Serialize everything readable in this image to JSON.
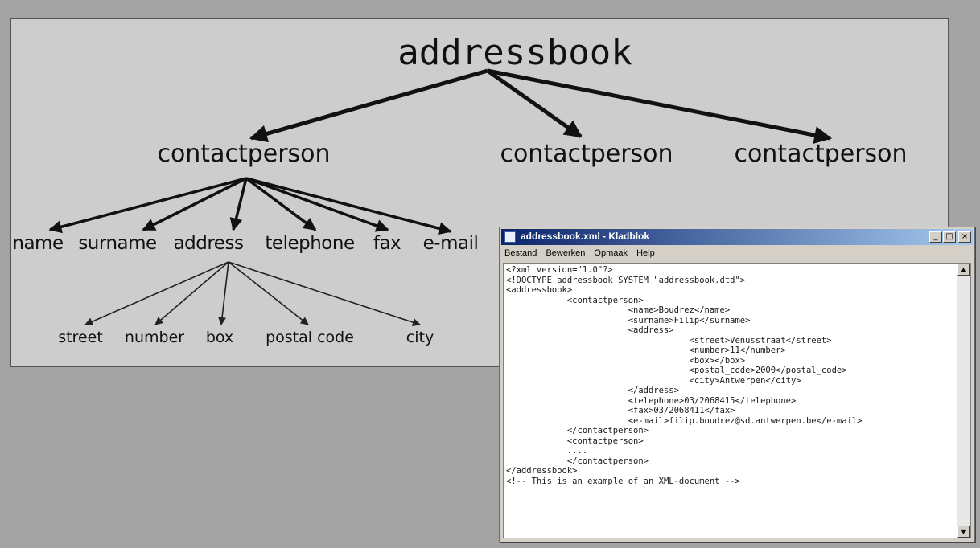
{
  "diagram": {
    "root": "addressbook",
    "children": [
      "contactperson",
      "contactperson",
      "contactperson"
    ],
    "contact_fields": [
      "name",
      "surname",
      "address",
      "telephone",
      "fax",
      "e-mail"
    ],
    "address_fields": [
      "street",
      "number",
      "box",
      "postal code",
      "city"
    ]
  },
  "notepad": {
    "title": "addressbook.xml - Kladblok",
    "icon": "notepad-icon",
    "menu": [
      "Bestand",
      "Bewerken",
      "Opmaak",
      "Help"
    ],
    "controls": {
      "minimize": "_",
      "maximize": "□",
      "close": "×"
    },
    "lines": [
      "<?xml version=\"1.0\"?>",
      "<!DOCTYPE addressbook SYSTEM \"addressbook.dtd\">",
      "<addressbook>",
      "            <contactperson>",
      "                        <name>Boudrez</name>",
      "                        <surname>Filip</surname>",
      "                        <address>",
      "                                    <street>Venusstraat</street>",
      "                                    <number>11</number>",
      "                                    <box></box>",
      "                                    <postal_code>2000</postal_code>",
      "                                    <city>Antwerpen</city>",
      "                        </address>",
      "                        <telephone>03/2068415</telephone>",
      "                        <fax>03/2068411</fax>",
      "                        <e-mail>filip.boudrez@sd.antwerpen.be</e-mail>",
      "            </contactperson>",
      "            <contactperson>",
      "            ....",
      "            </contactperson>",
      "</addressbook>",
      "<!-- This is an example of an XML-document -->"
    ]
  }
}
